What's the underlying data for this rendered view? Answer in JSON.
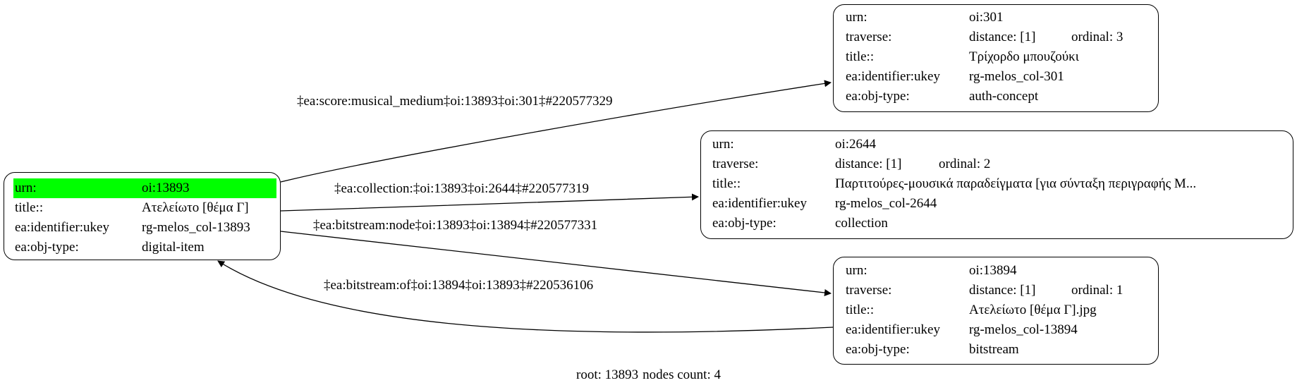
{
  "nodes": [
    {
      "id": "n13893",
      "rows": [
        {
          "k": "urn:",
          "v": "oi:13893",
          "highlight": true
        },
        {
          "k": "title::",
          "v": "Ατελείωτο [θέμα Γ]"
        },
        {
          "k": "ea:identifier:ukey",
          "v": "rg-melos_col-13893"
        },
        {
          "k": "ea:obj-type:",
          "v": "digital-item"
        }
      ]
    },
    {
      "id": "n301",
      "rows": [
        {
          "k": "urn:",
          "v": "oi:301"
        },
        {
          "k": "traverse:",
          "v": "distance: [1]",
          "v2": "ordinal: 3"
        },
        {
          "k": "title::",
          "v": "Τρίχορδο μπουζούκι"
        },
        {
          "k": "ea:identifier:ukey",
          "v": "rg-melos_col-301"
        },
        {
          "k": "ea:obj-type:",
          "v": "auth-concept"
        }
      ]
    },
    {
      "id": "n2644",
      "rows": [
        {
          "k": "urn:",
          "v": "oi:2644"
        },
        {
          "k": "traverse:",
          "v": "distance: [1]",
          "v2": "ordinal: 2"
        },
        {
          "k": "title::",
          "v": "Παρτιτούρες-μουσικά παραδείγματα [για σύνταξη περιγραφής M..."
        },
        {
          "k": "ea:identifier:ukey",
          "v": "rg-melos_col-2644"
        },
        {
          "k": "ea:obj-type:",
          "v": "collection"
        }
      ]
    },
    {
      "id": "n13894",
      "rows": [
        {
          "k": "urn:",
          "v": "oi:13894"
        },
        {
          "k": "traverse:",
          "v": "distance: [1]",
          "v2": "ordinal: 1"
        },
        {
          "k": "title::",
          "v": "Ατελείωτο [θέμα Γ].jpg"
        },
        {
          "k": "ea:identifier:ukey",
          "v": "rg-melos_col-13894"
        },
        {
          "k": "ea:obj-type:",
          "v": "bitstream"
        }
      ]
    }
  ],
  "edges": [
    {
      "from": "n13893",
      "to": "n301",
      "label": "‡ea:score:musical_medium‡oi:13893‡oi:301‡#220577329"
    },
    {
      "from": "n13893",
      "to": "n2644",
      "label": "‡ea:collection:‡oi:13893‡oi:2644‡#220577319"
    },
    {
      "from": "n13893",
      "to": "n13894",
      "label": "‡ea:bitstream:node‡oi:13893‡oi:13894‡#220577331"
    },
    {
      "from": "n13894",
      "to": "n13893",
      "label": "‡ea:bitstream:of‡oi:13894‡oi:13893‡#220536106"
    }
  ],
  "footer": {
    "root": "root: 13893",
    "count": "nodes count: 4"
  },
  "colors": {
    "highlight": "#00ff00",
    "stroke": "#000000"
  }
}
